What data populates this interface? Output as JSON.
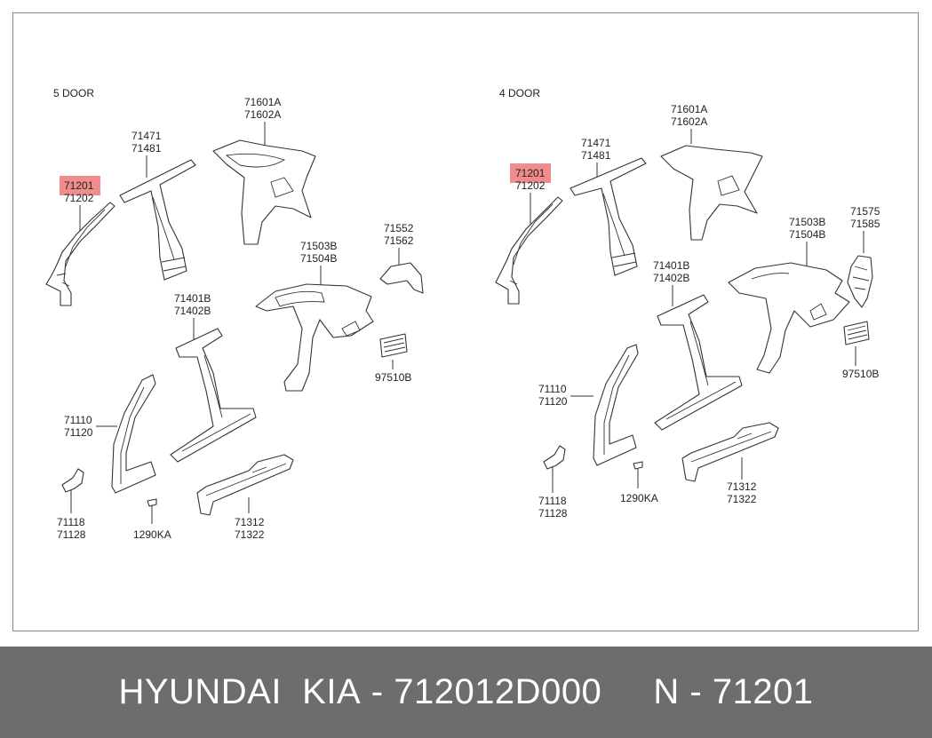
{
  "highlight_color": "#f08c8c",
  "footer": {
    "brand": "HYUNDAI  KIA",
    "sep1": " - ",
    "part_number": "712012D000",
    "gap": "     ",
    "ref": "N - 71201"
  },
  "left_panel": {
    "title": "5 DOOR",
    "labels": {
      "l71201": "71201",
      "l71202": "71202",
      "l71471": "71471",
      "l71481": "71481",
      "l71601a": "71601A",
      "l71602a": "71602A",
      "l71552": "71552",
      "l71562": "71562",
      "l71503b": "71503B",
      "l71504b": "71504B",
      "l71401b": "71401B",
      "l71402b": "71402B",
      "l97510b": "97510B",
      "l71110": "71110",
      "l71120": "71120",
      "l71118": "71118",
      "l71128": "71128",
      "l1290ka": "1290KA",
      "l71312": "71312",
      "l71322": "71322"
    }
  },
  "right_panel": {
    "title": "4 DOOR",
    "labels": {
      "l71201": "71201",
      "l71202": "71202",
      "l71471": "71471",
      "l71481": "71481",
      "l71601a": "71601A",
      "l71602a": "71602A",
      "l71575": "71575",
      "l71585": "71585",
      "l71503b": "71503B",
      "l71504b": "71504B",
      "l71401b": "71401B",
      "l71402b": "71402B",
      "l97510b": "97510B",
      "l71110": "71110",
      "l71120": "71120",
      "l71118": "71118",
      "l71128": "71128",
      "l1290ka": "1290KA",
      "l71312": "71312",
      "l71322": "71322"
    }
  }
}
